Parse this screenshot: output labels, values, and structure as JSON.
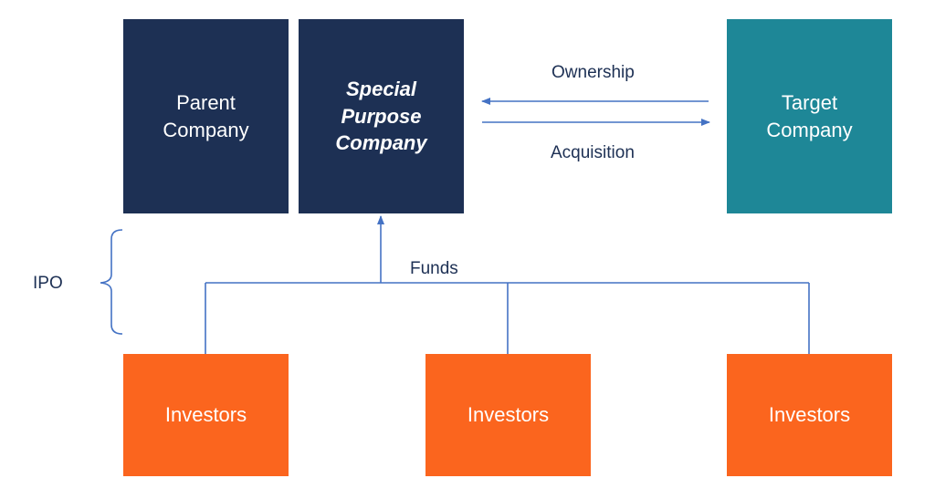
{
  "boxes": {
    "parent": {
      "line1": "Parent",
      "line2": "Company"
    },
    "spc": {
      "line1": "Special",
      "line2": "Purpose",
      "line3": "Company"
    },
    "target": {
      "line1": "Target",
      "line2": "Company"
    },
    "investors": [
      "Investors",
      "Investors",
      "Investors"
    ]
  },
  "labels": {
    "ownership": "Ownership",
    "acquisition": "Acquisition",
    "funds": "Funds",
    "ipo": "IPO"
  },
  "colors": {
    "navy": "#1d3054",
    "teal": "#1e8797",
    "orange": "#fb651e",
    "connector": "#4472c4"
  }
}
